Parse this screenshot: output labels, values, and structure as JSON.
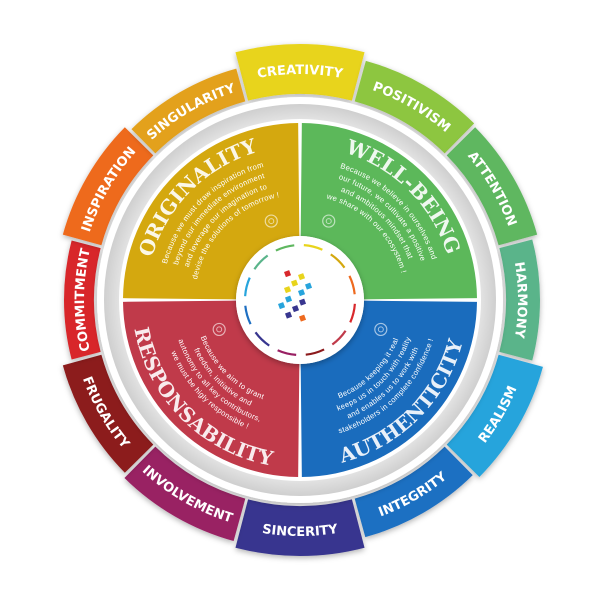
{
  "ring": [
    {
      "label": "CREATIVITY",
      "color": "#e8d41c"
    },
    {
      "label": "POSITIVISM",
      "color": "#8dc63f"
    },
    {
      "label": "ATTENTION",
      "color": "#5fb760"
    },
    {
      "label": "HARMONY",
      "color": "#5ab48a"
    },
    {
      "label": "REALISM",
      "color": "#27a4dc"
    },
    {
      "label": "INTEGRITY",
      "color": "#1e6fc2"
    },
    {
      "label": "SINCERITY",
      "color": "#38368f"
    },
    {
      "label": "INVOLVEMENT",
      "color": "#992063"
    },
    {
      "label": "FRUGALITY",
      "color": "#8c1a1c"
    },
    {
      "label": "COMMITMENT",
      "color": "#d8282c"
    },
    {
      "label": "INSPIRATION",
      "color": "#ee6a1f"
    },
    {
      "label": "SINGULARITY",
      "color": "#e3a11e"
    }
  ],
  "quadrants": [
    {
      "title": "ORIGINALITY",
      "color": "#d4a80f",
      "icon": "lightbulb-icon",
      "lines": [
        "Because we must draw inspiration from",
        "beyond our immediate environment",
        "and leverage our imagination to",
        "devise the solutions of tomorrow !"
      ]
    },
    {
      "title": "WELL-BEING",
      "color": "#5cb85a",
      "icon": "caring-hands-icon",
      "lines": [
        "Because we believe in ourselves and",
        "our future, we cultivate a positive",
        "and ambitious mindset that",
        "we share with our ecosystem !"
      ]
    },
    {
      "title": "AUTHENTICITY",
      "color": "#1a6cbd",
      "icon": "award-ribbon-icon",
      "lines": [
        "Because keeping it real",
        "keeps us in touch with reality",
        "and enables us to work with",
        "stakeholders in complete confidence !"
      ]
    },
    {
      "title": "RESPONSABILITY",
      "color": "#c03a4a",
      "icon": "hand-gear-icon",
      "lines": [
        "Because we aim to grant",
        "freedom, initiative and",
        "autonomy to all key contributors,",
        "we must be higly responsible !"
      ]
    }
  ]
}
